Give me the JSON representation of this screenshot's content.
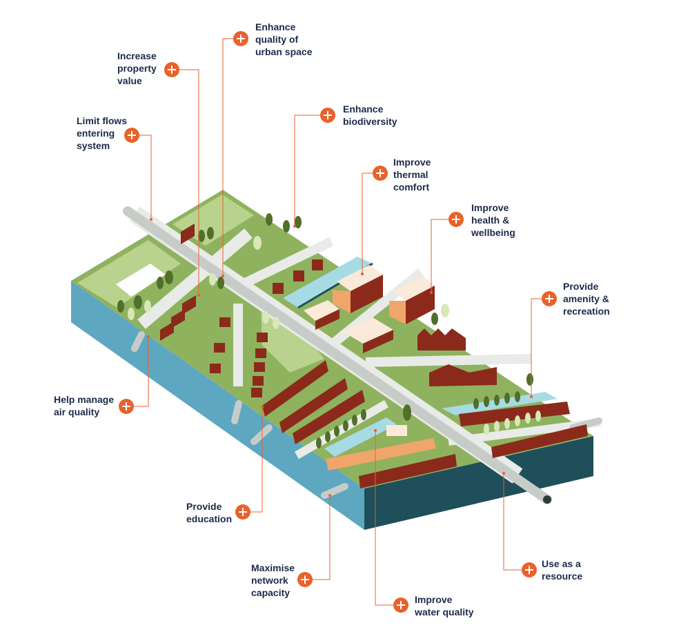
{
  "labels": {
    "enhance_quality": "Enhance\nquality of\nurban space",
    "increase_property": "Increase\nproperty\nvalue",
    "limit_flows": "Limit flows\nentering\nsystem",
    "enhance_biodiversity": "Enhance\nbiodiversity",
    "improve_thermal": "Improve\nthermal\ncomfort",
    "improve_health": "Improve\nhealth &\nwellbeing",
    "provide_amenity": "Provide\namenity &\nrecreation",
    "help_air": "Help manage\nair quality",
    "provide_education": "Provide\neducation",
    "maximise_network": "Maximise\nnetwork\ncapacity",
    "use_resource": "Use as a\nresource",
    "improve_water": "Improve\nwater quality"
  },
  "colors": {
    "accent": "#e8622c",
    "label_text": "#1b2a4a",
    "grass": "#8fb25f",
    "grass_light": "#b9d38e",
    "road": "#e8ebe7",
    "water": "#a7dbe3",
    "slab_front": "#5ea7c0",
    "slab_side": "#1e4f5a",
    "building_red": "#8b2a1b",
    "building_orange": "#f0a56a"
  }
}
